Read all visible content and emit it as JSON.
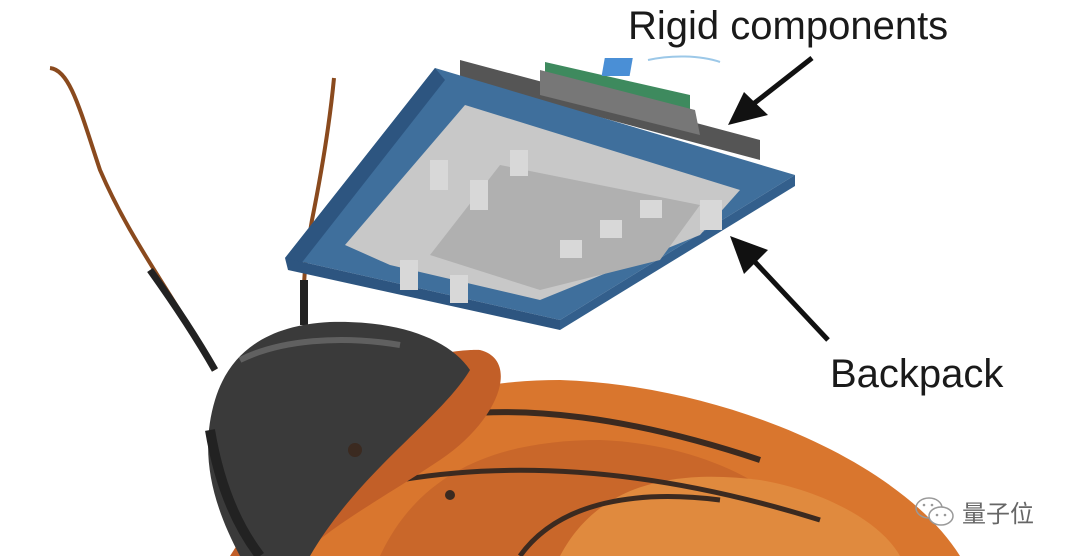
{
  "labels": {
    "rigid_components": "Rigid components",
    "backpack": "Backpack"
  },
  "watermark": {
    "text": "量子位",
    "icon": "wechat-icon"
  },
  "colors": {
    "backpack_blue": "#3f6f9c",
    "backpack_gray": "#c8c8c8",
    "body_orange": "#d9762e",
    "head_dark": "#3a3a3a"
  }
}
